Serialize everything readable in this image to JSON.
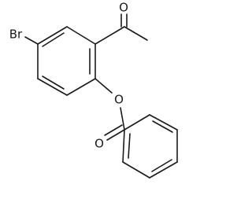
{
  "molecule": {
    "atoms": {
      "br": "Br",
      "o_ketone": "O",
      "o_ester": "O",
      "o_carbonyl": "O"
    }
  }
}
